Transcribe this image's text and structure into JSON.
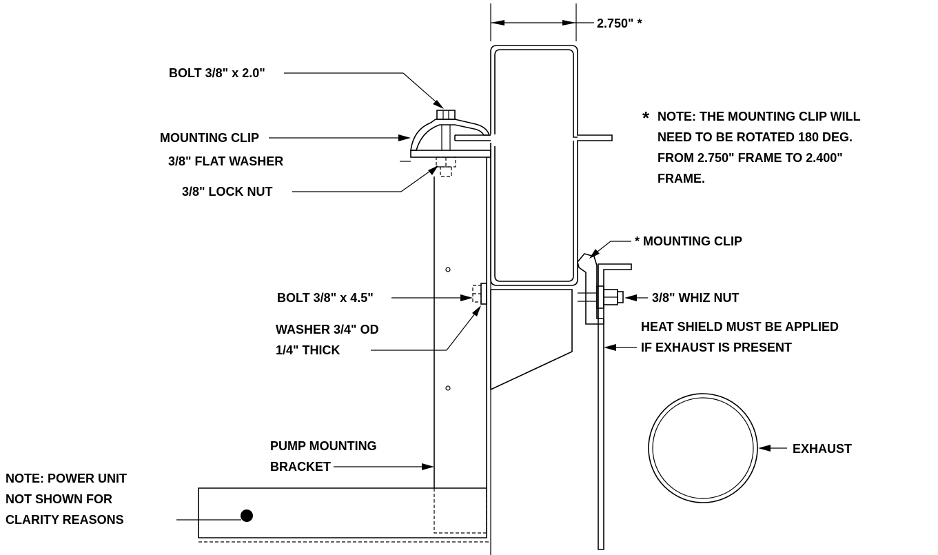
{
  "labels": {
    "dimension": "2.750\" *",
    "bolt_top": "BOLT 3/8\" x 2.0\"",
    "mounting_clip_left": "MOUNTING CLIP",
    "flat_washer": "3/8\" FLAT WASHER",
    "lock_nut": "3/8\" LOCK NUT",
    "note_asterisk": "*",
    "note_lines": [
      "NOTE: THE MOUNTING CLIP WILL",
      "NEED TO BE ROTATED 180 DEG.",
      "FROM 2.750\" FRAME TO 2.400\"",
      "FRAME."
    ],
    "mounting_clip_right": "* MOUNTING CLIP",
    "bolt_mid": "BOLT 3/8\" x 4.5\"",
    "whiz_nut": "3/8\" WHIZ NUT",
    "washer_line1": "WASHER 3/4\" OD",
    "washer_line2": "1/4\" THICK",
    "heat_shield_line1": "HEAT SHIELD MUST BE APPLIED",
    "heat_shield_line2": "IF EXHAUST IS PRESENT",
    "exhaust": "EXHAUST",
    "pump_bracket_line1": "PUMP MOUNTING",
    "pump_bracket_line2": "BRACKET",
    "power_note_line1": "NOTE: POWER UNIT",
    "power_note_line2": "NOT SHOWN FOR",
    "power_note_line3": "CLARITY REASONS"
  },
  "colors": {
    "ink": "#000000",
    "paper": "#ffffff"
  }
}
